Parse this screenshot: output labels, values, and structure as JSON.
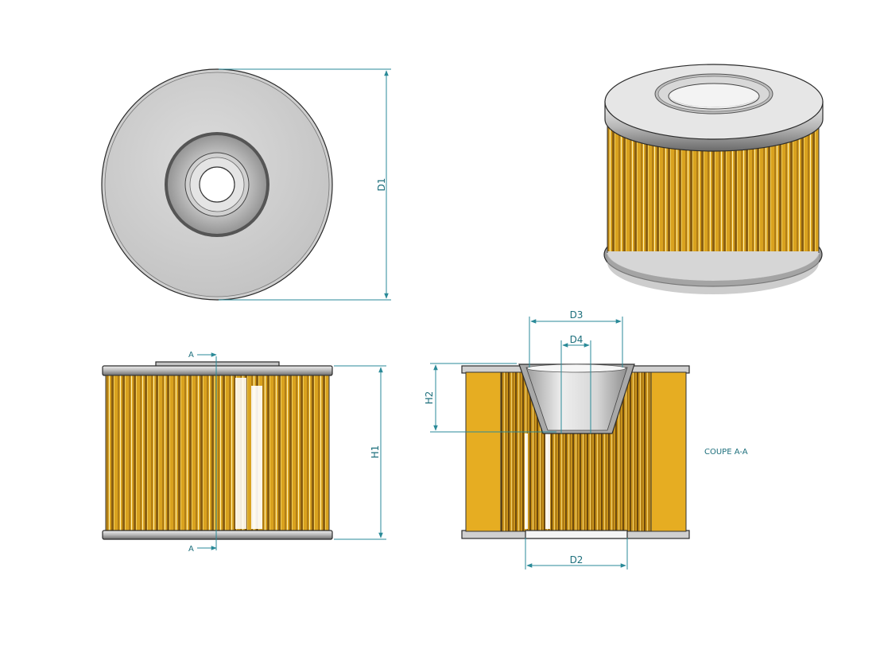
{
  "dimensions": {
    "d1": "D1",
    "h1": "H1",
    "h2": "H2",
    "d2": "D2",
    "d3": "D3",
    "d4": "D4"
  },
  "section": {
    "mark_top": "A",
    "mark_bottom": "A",
    "label": "COUPE A-A"
  },
  "colors": {
    "dimension": "#1d6f7c",
    "paper_light": "#e8b020",
    "paper_dark": "#9a6a10",
    "metal": "#c9c9c9"
  }
}
